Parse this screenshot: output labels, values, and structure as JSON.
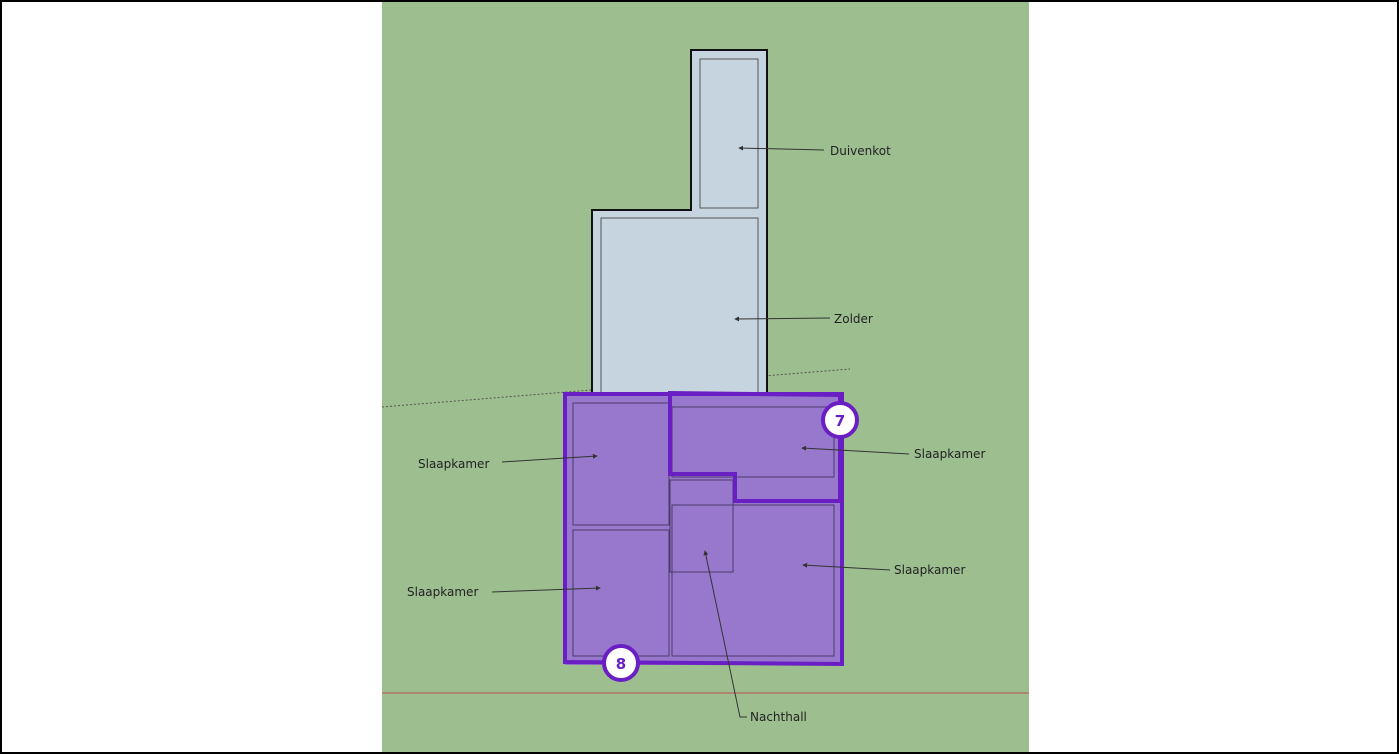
{
  "labels": {
    "duivenkot": "Duivenkot",
    "zolder": "Zolder",
    "slaapkamer_top_left": "Slaapkamer",
    "slaapkamer_top_right": "Slaapkamer",
    "slaapkamer_bottom_left": "Slaapkamer",
    "slaapkamer_bottom_right": "Slaapkamer",
    "nachthall": "Nachthall"
  },
  "badges": {
    "zone_7": "7",
    "zone_8": "8"
  },
  "colors": {
    "ground": "#9dbf90",
    "upper_floor": "#c5d4de",
    "bedroom_floor": "#9878cc",
    "highlight": "#6a1fc4",
    "axis_red": "#c0504d"
  }
}
